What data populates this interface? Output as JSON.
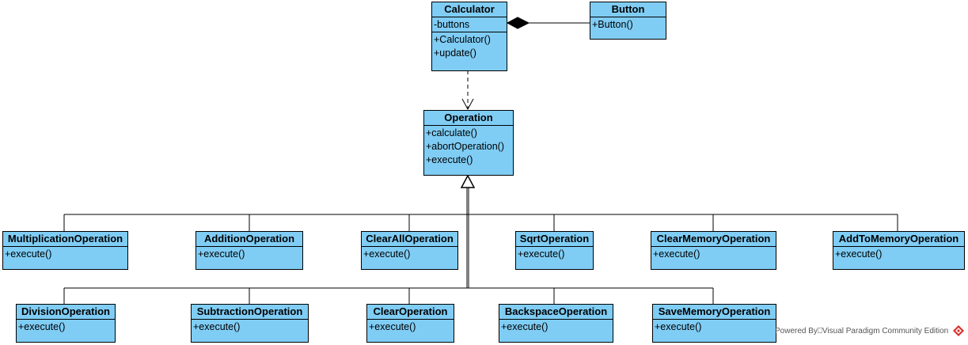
{
  "classes": {
    "calculator": {
      "name": "Calculator",
      "attrs": [
        "-buttons"
      ],
      "ops": [
        "+Calculator()",
        "+update()"
      ]
    },
    "button": {
      "name": "Button",
      "ops": [
        "+Button()"
      ]
    },
    "operation": {
      "name": "Operation",
      "ops": [
        "+calculate()",
        "+abortOperation()",
        "+execute()"
      ]
    },
    "multiplication": {
      "name": "MultiplicationOperation",
      "ops": [
        "+execute()"
      ]
    },
    "addition": {
      "name": "AdditionOperation",
      "ops": [
        "+execute()"
      ]
    },
    "clearall": {
      "name": "ClearAllOperation",
      "ops": [
        "+execute()"
      ]
    },
    "sqrt": {
      "name": "SqrtOperation",
      "ops": [
        "+execute()"
      ]
    },
    "clearmemory": {
      "name": "ClearMemoryOperation",
      "ops": [
        "+execute()"
      ]
    },
    "addtomemory": {
      "name": "AddToMemoryOperation",
      "ops": [
        "+execute()"
      ]
    },
    "division": {
      "name": "DivisionOperation",
      "ops": [
        "+execute()"
      ]
    },
    "subtraction": {
      "name": "SubtractionOperation",
      "ops": [
        "+execute()"
      ]
    },
    "clear": {
      "name": "ClearOperation",
      "ops": [
        "+execute()"
      ]
    },
    "backspace": {
      "name": "BackspaceOperation",
      "ops": [
        "+execute()"
      ]
    },
    "savememory": {
      "name": "SaveMemoryOperation",
      "ops": [
        "+execute()"
      ]
    }
  },
  "footer": {
    "text": "Powered By⎕Visual Paradigm Community Edition"
  },
  "colors": {
    "class_fill": "#7fcdf5",
    "border": "#000000",
    "logo": "#d9302c"
  }
}
